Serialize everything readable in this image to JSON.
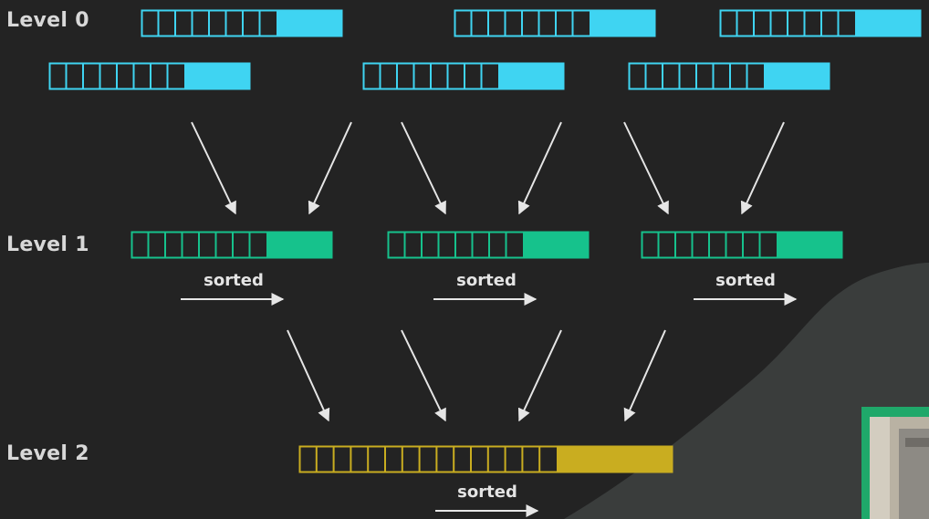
{
  "levels": [
    {
      "label": "Level 0",
      "color": "#3fd4f2"
    },
    {
      "label": "Level 1",
      "color": "#16c28c"
    },
    {
      "label": "Level 2",
      "color": "#c9ad20"
    }
  ],
  "sorted_label": "sorted",
  "colors": {
    "background": "#232323",
    "arrow": "#e6e6e6",
    "blob": "#3a3d3c",
    "webcam_frame": "#1fa86a"
  }
}
